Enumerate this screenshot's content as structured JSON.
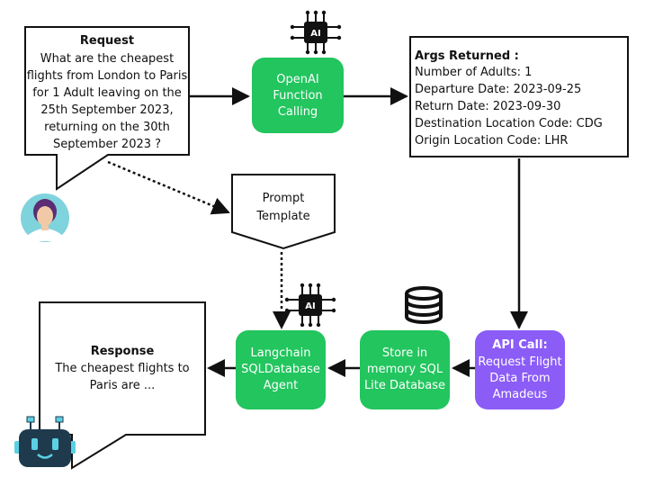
{
  "request": {
    "title": "Request",
    "lines": [
      "What are the cheapest",
      "flights from London to Paris",
      "for 1 Adult leaving on the",
      "25th September 2023,",
      "returning on the 30th",
      "September 2023 ?"
    ]
  },
  "openai": {
    "lines": [
      "OpenAI",
      "Function",
      "Calling"
    ],
    "chip": "AI"
  },
  "args": {
    "title": "Args Returned :",
    "lines": [
      "Number of Adults:  1",
      "Departure Date:  2023-09-25",
      "Return Date:  2023-09-30",
      "Destination Location Code:  CDG",
      "Origin Location Code:  LHR"
    ]
  },
  "prompt": {
    "lines": [
      "Prompt",
      "Template"
    ]
  },
  "api": {
    "title": "API Call:",
    "lines": [
      "Request Flight",
      "Data From",
      "Amadeus"
    ]
  },
  "store": {
    "lines": [
      "Store in",
      "memory SQL",
      "Lite Database"
    ]
  },
  "agent": {
    "lines": [
      "Langchain",
      "SQLDatabase",
      "Agent"
    ],
    "chip": "AI"
  },
  "response": {
    "title": "Response",
    "lines": [
      "The cheapest flights to",
      "Paris are ..."
    ]
  },
  "colors": {
    "green": "#22c55e",
    "purple": "#8b5cf6",
    "robot": "#1f3a4d",
    "robot_face": "#5cd0e3",
    "avatar_bg": "#7fd3dc"
  },
  "icons": [
    "ai-chip-icon",
    "database-icon",
    "user-avatar-icon",
    "robot-icon"
  ]
}
